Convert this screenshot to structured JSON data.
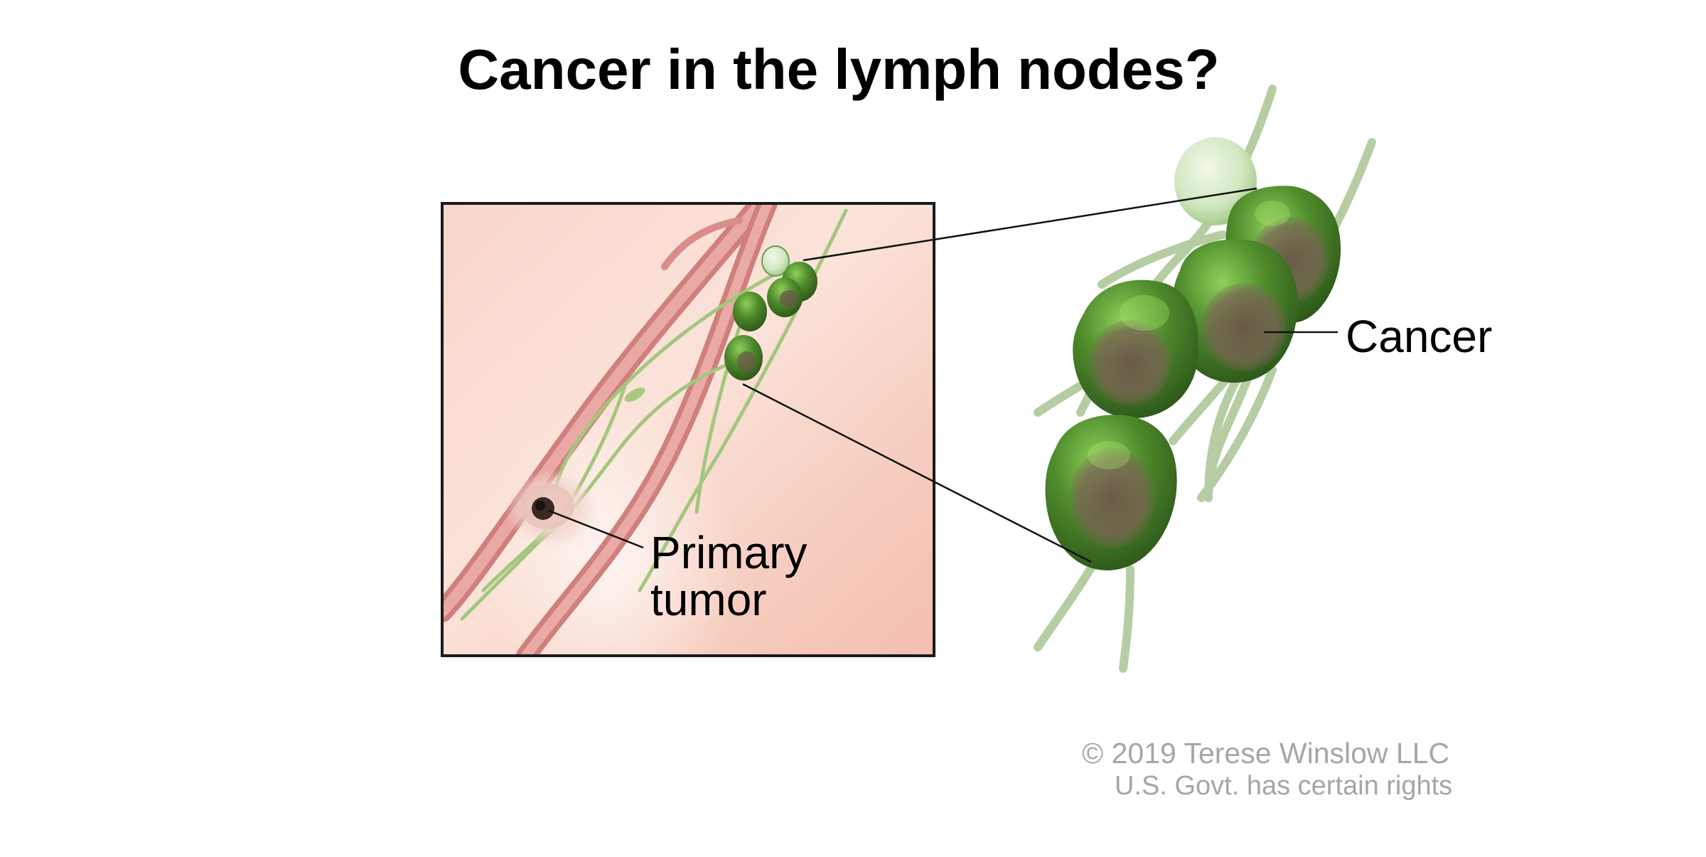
{
  "title": "Cancer in the lymph nodes?",
  "labels": {
    "primary_tumor_line1": "Primary",
    "primary_tumor_line2": "tumor",
    "cancer": "Cancer"
  },
  "copyright": {
    "line1": "© 2019 Terese Winslow LLC",
    "line2": "U.S. Govt. has certain rights"
  },
  "colors": {
    "skin": "#f7cfc3",
    "vessel": "#dc8f8c",
    "lymph_vessel": "#a9c981",
    "node_healthy": "#cfe6bd",
    "node_cancer": "#3d6a24",
    "cancer_mass": "#6f5a4a",
    "copyright_text": "#a6a6a6"
  }
}
